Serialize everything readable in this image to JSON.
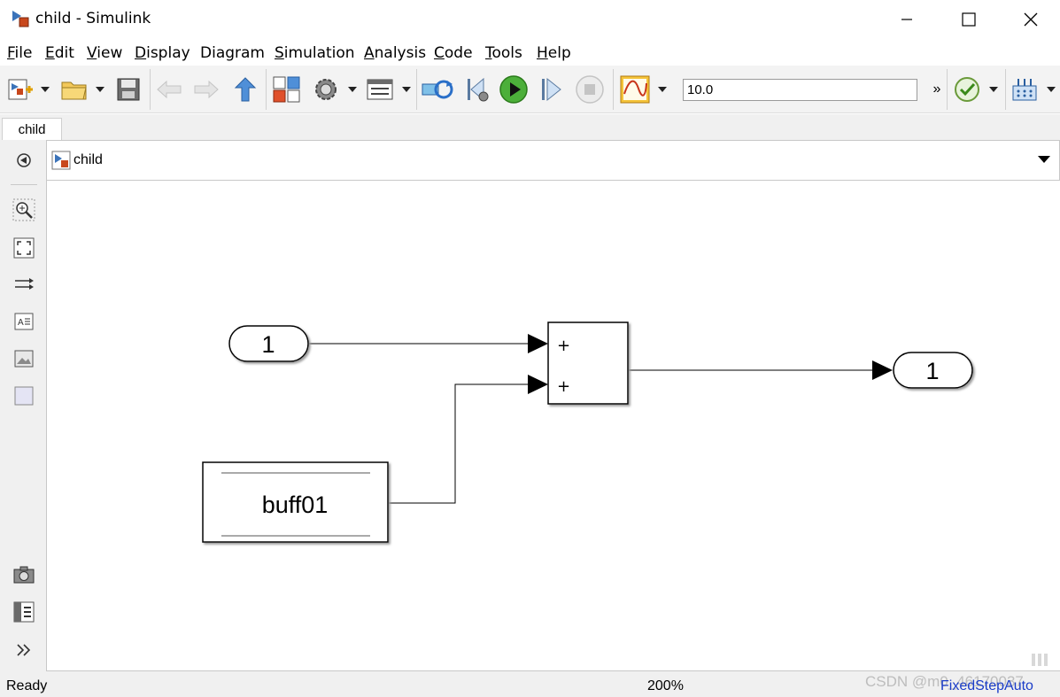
{
  "window": {
    "title": "child - Simulink",
    "controls": [
      "minimize-icon",
      "maximize-icon",
      "close-icon"
    ]
  },
  "menu": [
    {
      "label": "File",
      "accel": "F",
      "rest": "ile"
    },
    {
      "label": "Edit",
      "accel": "E",
      "rest": "dit"
    },
    {
      "label": "View",
      "accel": "V",
      "rest": "iew"
    },
    {
      "label": "Display",
      "accel": "D",
      "rest": "isplay"
    },
    {
      "label": "Diagram",
      "accel": "",
      "rest": "Diagram"
    },
    {
      "label": "Simulation",
      "accel": "S",
      "rest": "imulation"
    },
    {
      "label": "Analysis",
      "accel": "A",
      "rest": "nalysis"
    },
    {
      "label": "Code",
      "accel": "C",
      "rest": "ode"
    },
    {
      "label": "Tools",
      "accel": "T",
      "rest": "ools"
    },
    {
      "label": "Help",
      "accel": "H",
      "rest": "elp"
    }
  ],
  "toolbar": {
    "stop_time": "10.0",
    "overflow": "»",
    "icons": [
      "new-model-icon",
      "open-folder-icon",
      "save-icon",
      "back-icon",
      "forward-icon",
      "up-icon",
      "library-browser-icon",
      "model-settings-icon",
      "model-explorer-icon",
      "update-diagram-icon",
      "step-back-icon",
      "run-icon",
      "step-forward-icon",
      "stop-icon",
      "scope-icon",
      "model-advisor-icon",
      "build-icon"
    ]
  },
  "tabs": [
    {
      "label": "child"
    }
  ],
  "address": {
    "path": "child"
  },
  "palette": [
    "hide-show-icon",
    "zoom-icon",
    "fit-to-view-icon",
    "signal-routing-icon",
    "annotation-icon",
    "image-icon",
    "area-icon",
    "screenshot-icon",
    "property-inspector-icon",
    "expand-icon"
  ],
  "diagram": {
    "inport": {
      "label": "1"
    },
    "outport": {
      "label": "1"
    },
    "sum": {
      "signs": [
        "+",
        "+"
      ]
    },
    "buffer_block": {
      "label": "buff01"
    }
  },
  "status": {
    "left": "Ready",
    "zoom": "200%",
    "solver": "FixedStepAuto",
    "watermark": "CSDN @m0_46170037"
  },
  "colors": {
    "toolbar_bg": "#f3f3f3",
    "solver_link": "#1a3cc8",
    "run_green": "#4caf3a"
  }
}
